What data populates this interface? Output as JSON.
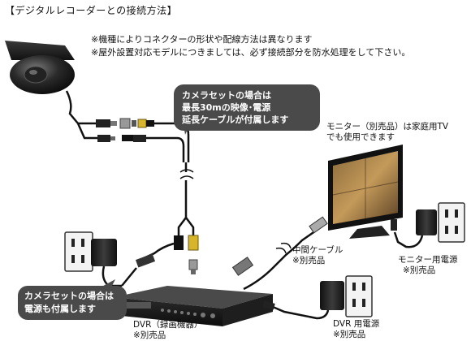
{
  "title": "【デジタルレコーダーとの接続方法】",
  "notes": [
    "※機種によりコネクターの形状や配線方法は異なります",
    "※屋外設置対応モデルにつきましては、必ず接続部分を防水処理をして下さい。"
  ],
  "callout_top": [
    "カメラセットの場合は",
    "最長30mの映像･電源",
    "延長ケーブルが付属します"
  ],
  "callout_bottom": [
    "カメラセットの場合は",
    "電源も付属します"
  ],
  "monitor_label": [
    "モニター（別売品）は家庭用TV",
    "でも使用できます"
  ],
  "monitor_power_label": [
    "モニター用電源",
    "※別売品"
  ],
  "middle_cable_label": [
    "中間ケーブル",
    "※別売品"
  ],
  "dvr_label": [
    "DVR（録画機器）",
    "※別売品"
  ],
  "dvr_power_label": [
    "DVR 用電源",
    "※別売品"
  ]
}
